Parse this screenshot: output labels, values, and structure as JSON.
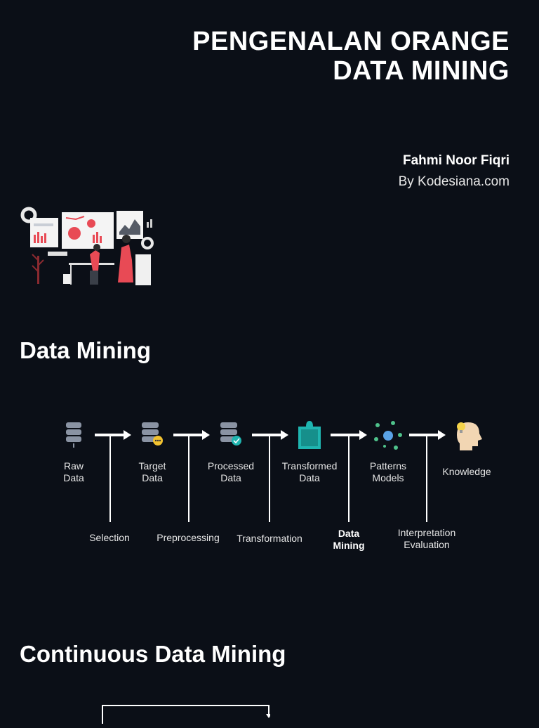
{
  "header": {
    "title_line1": "PENGENALAN ORANGE",
    "title_line2": "DATA MINING",
    "author": "Fahmi Noor Fiqri",
    "byline": "By Kodesiana.com"
  },
  "sections": {
    "data_mining_title": "Data Mining",
    "continuous_title": "Continuous Data Mining"
  },
  "process": {
    "nodes": [
      {
        "label": "Raw\nData",
        "icon": "database-icon"
      },
      {
        "label": "Target\nData",
        "icon": "database-target-icon"
      },
      {
        "label": "Processed\nData",
        "icon": "database-check-icon"
      },
      {
        "label": "Transformed\nData",
        "icon": "puzzle-icon"
      },
      {
        "label": "Patterns\nModels",
        "icon": "molecule-icon"
      },
      {
        "label": "Knowledge",
        "icon": "head-bulb-icon"
      }
    ],
    "steps": [
      {
        "label": "Selection"
      },
      {
        "label": "Preprocessing"
      },
      {
        "label": "Transformation"
      },
      {
        "label": "Data\nMining"
      },
      {
        "label": "Interpretation\nEvaluation"
      }
    ]
  },
  "colors": {
    "background": "#0b0f17",
    "teal": "#1fb5b0",
    "db_gray": "#8a93a3",
    "accent_red": "#e84a55"
  }
}
